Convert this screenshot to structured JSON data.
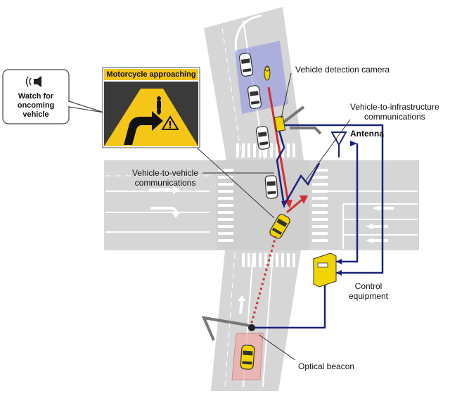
{
  "diagram": {
    "labels": {
      "vehicle_detection_camera": "Vehicle detection camera",
      "v2i_line1": "Vehicle-to-infrastructure",
      "v2i_line2": "communications",
      "antenna": "Antenna",
      "v2v_line1": "Vehicle-to-vehicle",
      "v2v_line2": "communications",
      "control_line1": "Control",
      "control_line2": "equipment",
      "optical_beacon": "Optical beacon"
    },
    "sign": {
      "title": "Motorcycle approaching"
    },
    "speech_bubble": {
      "line1": "Watch for",
      "line2": "oncoming",
      "line3": "vehicle"
    },
    "colors": {
      "sign_yellow": "#f5c518",
      "camera_zone": "#8a8fe0",
      "comm_blue": "#1a237e",
      "alert_red": "#d32f2f",
      "road_gray": "#d5d5d5",
      "car_yellow": "#f2d500"
    }
  }
}
